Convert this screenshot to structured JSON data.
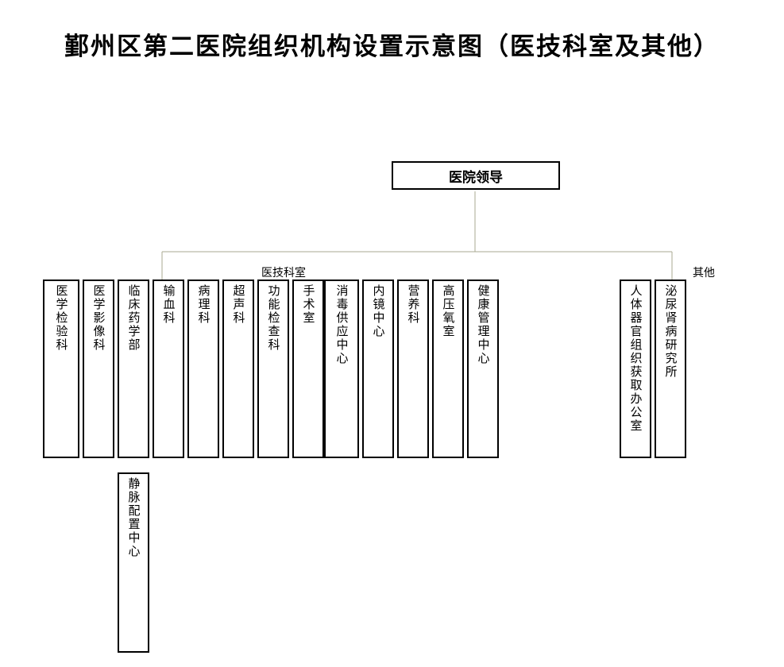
{
  "title": "鄞州区第二医院组织机构设置示意图（医技科室及其他）",
  "leader": "医院领导",
  "groups": {
    "medtech": "医技科室",
    "other": "其他"
  },
  "departments": {
    "lab": "医学检验科",
    "imaging": "医学影像科",
    "pharmacy": "临床药学部",
    "transfusion": "输血科",
    "pathology": "病理科",
    "ultrasound": "超声科",
    "function": "功能检查科",
    "surgery": "手术室",
    "sterile": "消毒供应中心",
    "endoscopy": "内镜中心",
    "nutrition": "营养科",
    "hyperbaric": "高压氧室",
    "health": "健康管理中心",
    "organ": "人体器官组织获取办公室",
    "nephrology": "泌尿肾病研究所",
    "iv": "静脉配置中心"
  }
}
